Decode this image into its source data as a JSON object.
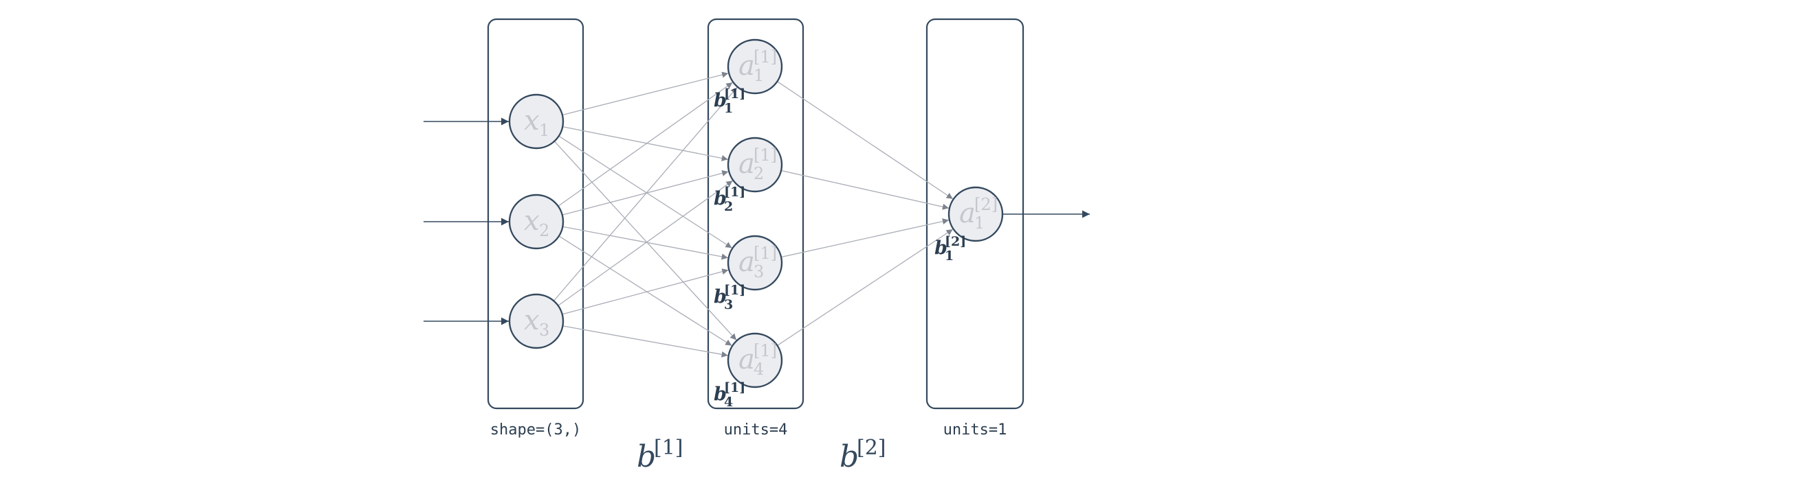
{
  "layers": [
    {
      "caption": "shape=(3,)",
      "nodes": [
        {
          "var": "x",
          "sub": "1",
          "sup": ""
        },
        {
          "var": "x",
          "sub": "2",
          "sup": ""
        },
        {
          "var": "x",
          "sub": "3",
          "sup": ""
        }
      ]
    },
    {
      "caption": "units=4",
      "nodes": [
        {
          "var": "a",
          "sub": "1",
          "sup": "[1]",
          "bias": {
            "var": "b",
            "sub": "1",
            "sup": "[1]"
          }
        },
        {
          "var": "a",
          "sub": "2",
          "sup": "[1]",
          "bias": {
            "var": "b",
            "sub": "2",
            "sup": "[1]"
          }
        },
        {
          "var": "a",
          "sub": "3",
          "sup": "[1]",
          "bias": {
            "var": "b",
            "sub": "3",
            "sup": "[1]"
          }
        },
        {
          "var": "a",
          "sub": "4",
          "sup": "[1]",
          "bias": {
            "var": "b",
            "sub": "4",
            "sup": "[1]"
          }
        }
      ]
    },
    {
      "caption": "units=1",
      "nodes": [
        {
          "var": "a",
          "sub": "1",
          "sup": "[2]",
          "bias": {
            "var": "b",
            "sub": "1",
            "sup": "[2]"
          }
        }
      ]
    }
  ],
  "layer_biases": [
    {
      "var": "b",
      "sup": "[1]"
    },
    {
      "var": "b",
      "sup": "[2]"
    }
  ],
  "colors": {
    "stroke": "#34495e",
    "node_fill": "#ecedf1",
    "node_text": "#c5c7cd",
    "edge": "#a9adb6",
    "label": "#2c3e50"
  }
}
